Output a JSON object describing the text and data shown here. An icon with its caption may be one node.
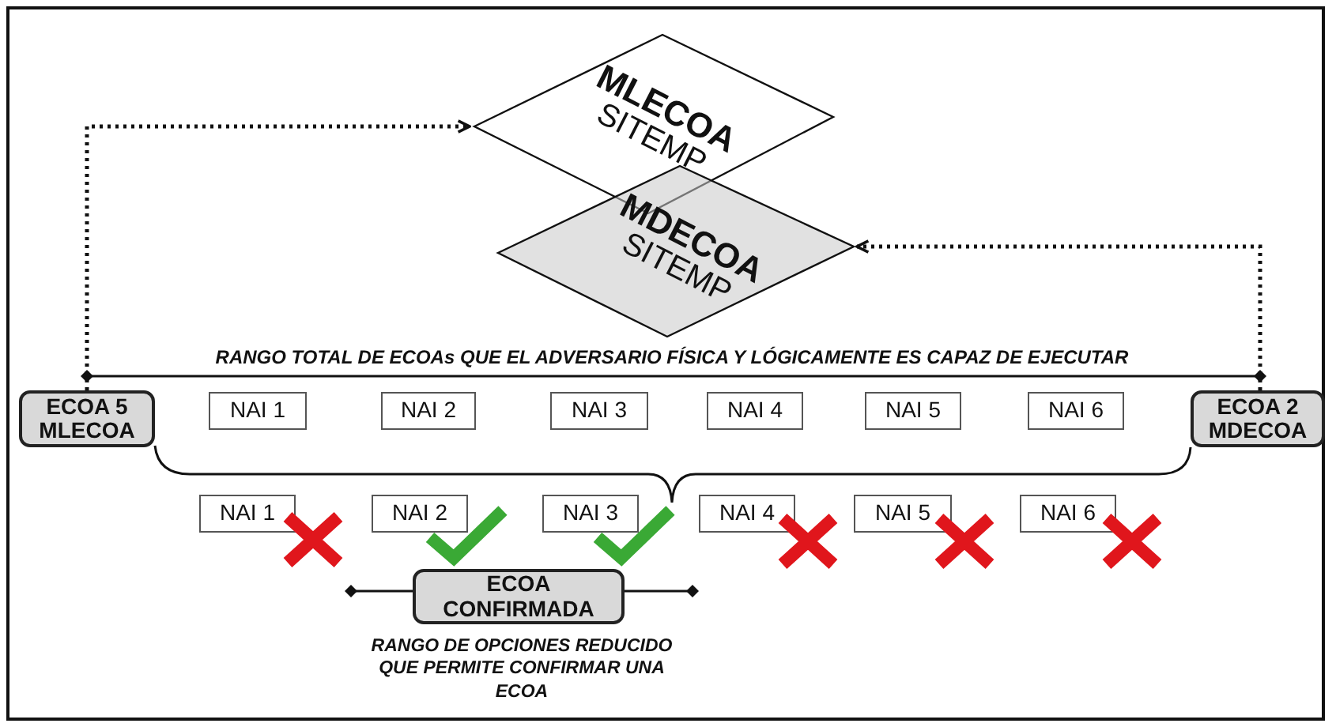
{
  "diagram": {
    "nodes": [
      {
        "text": [
          "MLECOA",
          "SITEMP"
        ]
      },
      {
        "text": [
          "MDECOA",
          "SITEMP"
        ]
      },
      {
        "text": [
          "ECOA 5 MLECOA"
        ]
      },
      {
        "text": [
          "NAI 1"
        ]
      },
      {
        "text": [
          "NAI 2"
        ]
      },
      {
        "text": [
          "NAI 3"
        ]
      },
      {
        "text": [
          "NAI 4"
        ]
      },
      {
        "text": [
          "NAI 5"
        ]
      },
      {
        "text": [
          "NAI 6"
        ]
      },
      {
        "text": [
          "ECOA 2 MDECOA"
        ]
      },
      {
        "text": [
          "NAI 1"
        ]
      },
      {
        "text": [
          "NAI 2"
        ]
      },
      {
        "text": [
          "NAI 3"
        ]
      },
      {
        "text": [
          "NAI 4"
        ]
      },
      {
        "text": [
          "NAI 5"
        ]
      },
      {
        "text": [
          "NAI 6"
        ]
      },
      {
        "text": [
          "ECOA CONFIRMADA"
        ],
        "beside": [
          "RANGO DE OPCIONES REDUCIDO QUE PERMITE CONFIRMAR UNA ECOA"
        ]
      }
    ],
    "edges": [
      {
        "from": 2,
        "to": 0,
        "arrow": "to",
        "style": "dashed"
      },
      {
        "from": 9,
        "to": 1,
        "arrow": "to",
        "style": "dashed"
      }
    ],
    "labels": [
      "RANGO TOTAL DE ECOAs QUE EL ADVERSARIO FÍSICA Y LÓGICAMENTE ES CAPAZ DE EJECUTAR"
    ]
  }
}
